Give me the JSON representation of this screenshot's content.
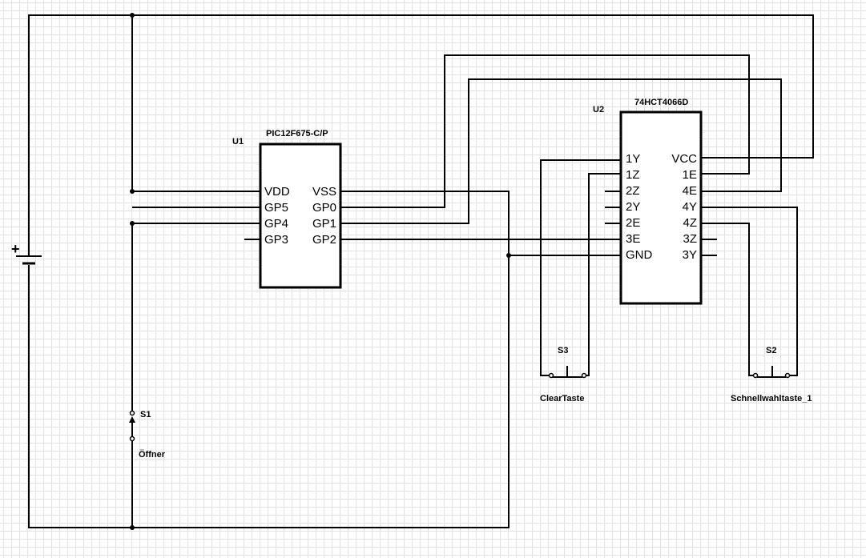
{
  "u1": {
    "ref": "U1",
    "part": "PIC12F675-C/P",
    "left_pins": [
      "VDD",
      "GP5",
      "GP4",
      "GP3"
    ],
    "right_pins": [
      "VSS",
      "GP0",
      "GP1",
      "GP2"
    ]
  },
  "u2": {
    "ref": "U2",
    "part": "74HCT4066D",
    "left_pins": [
      "1Y",
      "1Z",
      "2Z",
      "2Y",
      "2E",
      "3E",
      "GND"
    ],
    "right_pins": [
      "VCC",
      "1E",
      "4E",
      "4Y",
      "4Z",
      "3Z",
      "3Y"
    ]
  },
  "s1": {
    "ref": "S1",
    "label": "Öffner"
  },
  "s2": {
    "ref": "S2",
    "label": "Schnellwahltaste_1"
  },
  "s3": {
    "ref": "S3",
    "label": "ClearTaste"
  },
  "battery": {
    "plus": "+"
  }
}
